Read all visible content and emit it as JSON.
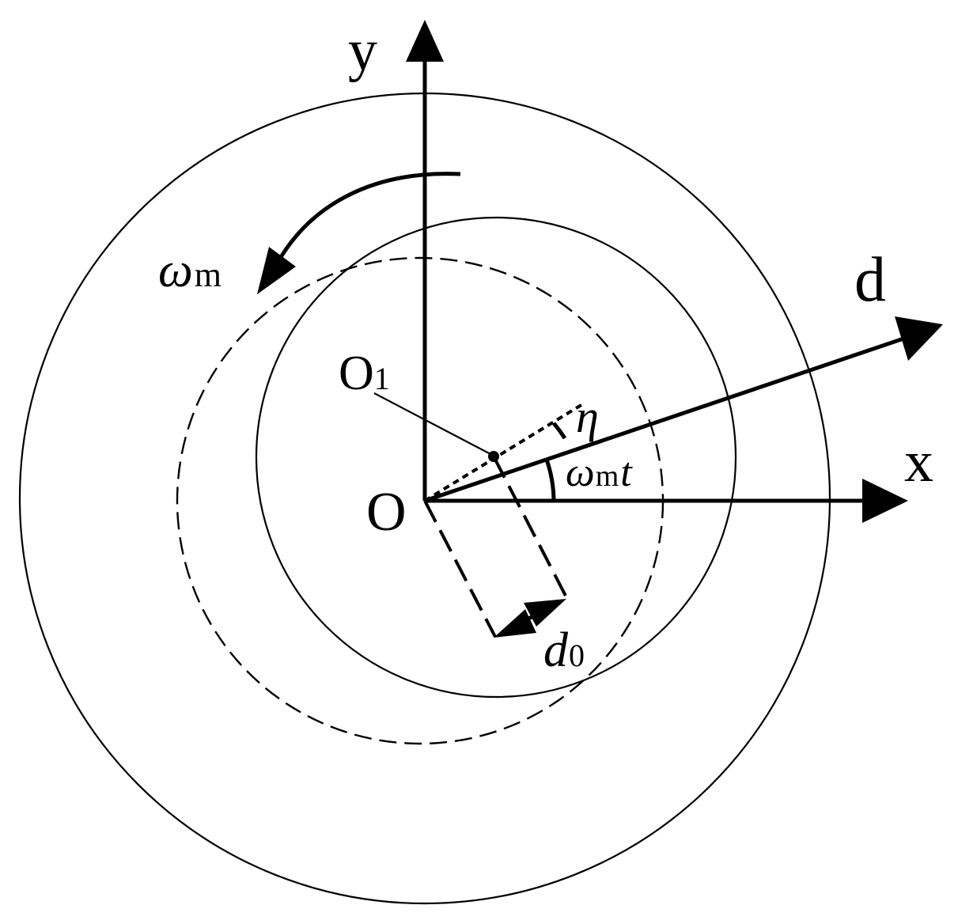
{
  "labels": {
    "y_axis": "y",
    "x_axis": "x",
    "d_axis": "d",
    "origin": "O",
    "offset_center": "O",
    "offset_center_sub": "1",
    "omega_main": "ω",
    "omega_sub": "m",
    "eta": "η",
    "angle_omega": "ω",
    "angle_sub": "m",
    "angle_t": "t",
    "d0_main": "d",
    "d0_sub": "0"
  },
  "colors": {
    "stroke": "#000000",
    "background": "#ffffff"
  }
}
